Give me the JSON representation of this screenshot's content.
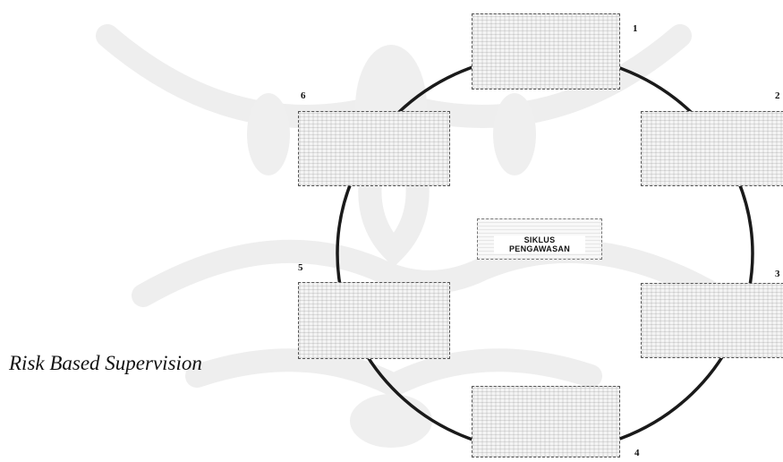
{
  "diagram": {
    "caption": "Risk Based Supervision",
    "center_label": "SIKLUS PENGAWASAN",
    "stages": [
      {
        "number": "1"
      },
      {
        "number": "2"
      },
      {
        "number": "3"
      },
      {
        "number": "4"
      },
      {
        "number": "5"
      },
      {
        "number": "6"
      }
    ]
  },
  "colors": {
    "cycle_line": "#1a1a1a",
    "watermark": "#eeeeee"
  }
}
